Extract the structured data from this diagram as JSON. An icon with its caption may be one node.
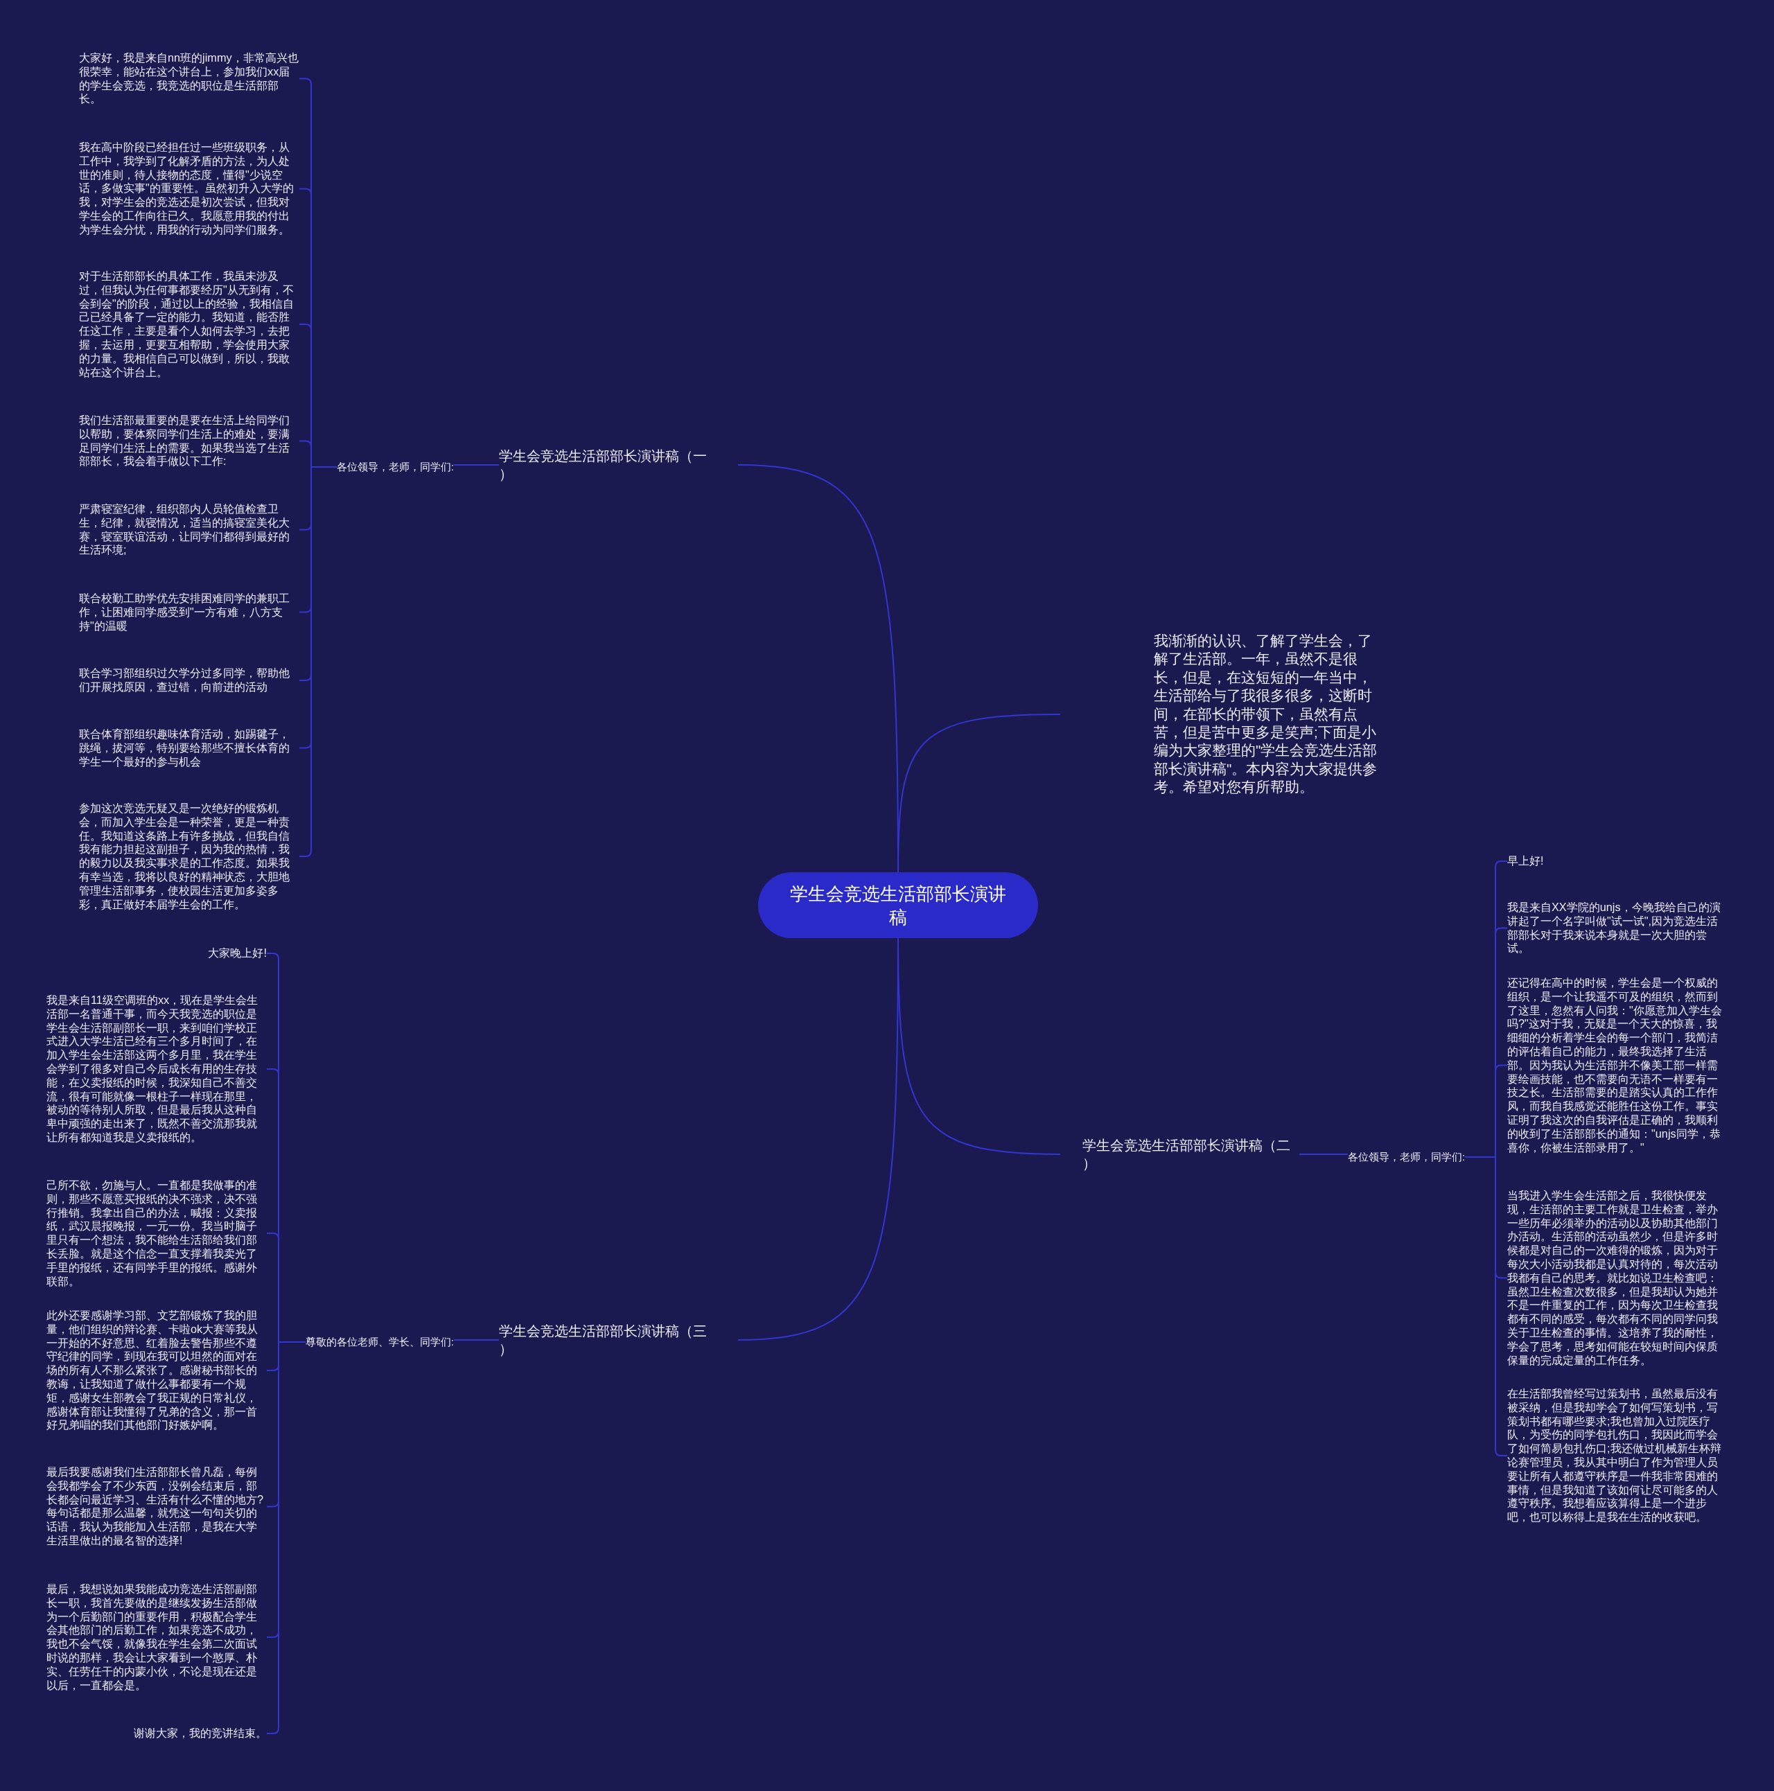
{
  "diagram": {
    "nodes": [
      {
        "text": [
          "学生会竞选生活部部长演讲稿"
        ]
      },
      {
        "text": [
          "学生会竞选生活部部长演讲稿（一）"
        ]
      },
      {
        "text": [
          "各位领导，老师，同学们:"
        ]
      },
      {
        "text": [
          "大家好，我是来自nn班的jimmy，非常高兴也很荣幸，能站在这个讲台上，参加我们xx届的学生会竞选，我竞选的职位是生活部部长。"
        ]
      },
      {
        "text": [
          "我在高中阶段已经担任过一些班级职务，从工作中，我学到了化解矛盾的方法，为人处世的准则，待人接物的态度，懂得\"少说空话，多做实事\"的重要性。虽然初升入大学的我，对学生会的竞选还是初次尝试，但我对学生会的工作向往已久。我愿意用我的付出为学生会分忧，用我的行动为同学们服务。"
        ]
      },
      {
        "text": [
          "对于生活部部长的具体工作，我虽未涉及过，但我认为任何事都要经历\"从无到有，不会到会\"的阶段，通过以上的经验，我相信自己已经具备了一定的能力。我知道，能否胜任这工作，主要是看个人如何去学习，去把握，去运用，更要互相帮助，学会使用大家的力量。我相信自己可以做到，所以，我敢站在这个讲台上。"
        ]
      },
      {
        "text": [
          "我们生活部最重要的是要在生活上给同学们以帮助，要体察同学们生活上的难处，要满足同学们生活上的需要。如果我当选了生活部部长，我会着手做以下工作:"
        ]
      },
      {
        "text": [
          "严肃寝室纪律，组织部内人员轮值检查卫生，纪律，就寝情况，适当的搞寝室美化大赛，寝室联谊活动，让同学们都得到最好的生活环境;"
        ]
      },
      {
        "text": [
          "联合校勤工助学优先安排困难同学的兼职工作，让困难同学感受到\"一方有难，八方支持\"的温暖"
        ]
      },
      {
        "text": [
          "联合学习部组织过欠学分过多同学，帮助他们开展找原因，查过错，向前进的活动"
        ]
      },
      {
        "text": [
          "联合体育部组织趣味体育活动，如踢毽子，跳绳，拔河等，特别要给那些不擅长体育的学生一个最好的参与机会"
        ]
      },
      {
        "text": [
          "参加这次竞选无疑又是一次绝好的锻炼机会，而加入学生会是一种荣誉，更是一种责任。我知道这条路上有许多挑战，但我自信我有能力担起这副担子，因为我的热情，我的毅力以及我实事求是的工作态度。如果我有幸当选，我将以良好的精神状态，大胆地管理生活部事务，使校园生活更加多姿多彩，真正做好本届学生会的工作。"
        ]
      },
      {
        "text": [
          "我渐渐的认识、了解了学生会，了解了生活部。一年，虽然不是很长，但是，在这短短的一年当中，生活部给与了我很多很多，这断时间，在部长的带领下，虽然有点苦，但是苦中更多是笑声;下面是小编为大家整理的\"学生会竞选生活部部长演讲稿\"。本内容为大家提供参考。希望对您有所帮助。"
        ]
      },
      {
        "text": [
          "学生会竞选生活部部长演讲稿（二）"
        ]
      },
      {
        "text": [
          "各位领导，老师，同学们:"
        ]
      },
      {
        "text": [
          "早上好!"
        ]
      },
      {
        "text": [
          "我是来自XX学院的unjs，今晚我给自己的演讲起了一个名字叫做\"试一试\",因为竞选生活部部长对于我来说本身就是一次大胆的尝试。"
        ]
      },
      {
        "text": [
          "还记得在高中的时候，学生会是一个权威的组织，是一个让我遥不可及的组织，然而到了这里，忽然有人问我：\"你愿意加入学生会吗?\"这对于我，无疑是一个天大的惊喜，我细细的分析着学生会的每一个部门，我简洁的评估着自己的能力，最终我选择了生活部。因为我认为生活部并不像美工部一样需要绘画技能，也不需要向无语不一样要有一技之长。生活部需要的是踏实认真的工作作风，而我自我感觉还能胜任这份工作。事实证明了我这次的自我评估是正确的，我顺利的收到了生活部部长的通知：\"unjs同学，恭喜你，你被生活部录用了。\""
        ]
      },
      {
        "text": [
          "当我进入学生会生活部之后，我很快便发现，生活部的主要工作就是卫生检查，举办一些历年必须举办的活动以及协助其他部门办活动。生活部的活动虽然少，但是许多时候都是对自己的一次难得的锻炼，因为对于每次大小活动我都是认真对待的，每次活动我都有自己的思考。就比如说卫生检查吧：虽然卫生检查次数很多，但是我却认为她并不是一件重复的工作，因为每次卫生检查我都有不同的感受，每次都有不同的同学问我关于卫生检查的事情。这培养了我的耐性，学会了思考，思考如何能在较短时间内保质保量的完成定量的工作任务。"
        ]
      },
      {
        "text": [
          "在生活部我曾经写过策划书，虽然最后没有被采纳，但是我却学会了如何写策划书，写策划书都有哪些要求;我也曾加入过院医疗队，为受伤的同学包扎伤口，我因此而学会了如何简易包扎伤口;我还做过机械新生杯辩论赛管理员，我从其中明白了作为管理人员要让所有人都遵守秩序是一件我非常困难的事情，但是我知道了该如何让尽可能多的人遵守秩序。我想着应该算得上是一个进步吧，也可以称得上是我在生活的收获吧。"
        ]
      },
      {
        "text": [
          "学生会竞选生活部部长演讲稿（三）"
        ]
      },
      {
        "text": [
          "尊敬的各位老师、学长、同学们:"
        ]
      },
      {
        "text": [
          "大家晚上好!"
        ]
      },
      {
        "text": [
          "我是来自11级空调班的xx，现在是学生会生活部一名普通干事，而今天我竞选的职位是学生会生活部副部长一职，来到咱们学校正式进入大学生活已经有三个多月时间了，在加入学生会生活部这两个多月里，我在学生会学到了很多对自己今后成长有用的生存技能，在义卖报纸的时候，我深知自己不善交流，很有可能就像一根柱子一样现在那里，被动的等待别人所取，但是最后我从这种自卑中顽强的走出来了，既然不善交流那我就让所有都知道我是义卖报纸的。"
        ]
      },
      {
        "text": [
          "己所不欲，勿施与人。一直都是我做事的准则，那些不愿意买报纸的决不强求，决不强行推销。我拿出自己的办法，喊报：义卖报纸，武汉晨报晚报，一元一份。我当时脑子里只有一个想法，我不能给生活部给我们部长丢脸。就是这个信念一直支撑着我卖光了手里的报纸，还有同学手里的报纸。感谢外联部。"
        ]
      },
      {
        "text": [
          "此外还要感谢学习部、文艺部锻炼了我的胆量，他们组织的辩论赛、卡啦ok大赛等我从一开始的不好意思、红着脸去警告那些不遵守纪律的同学，到现在我可以坦然的面对在场的所有人不那么紧张了。感谢秘书部长的教诲，让我知道了做什么事都要有一个规矩，感谢女生部教会了我正规的日常礼仪，感谢体育部让我懂得了兄弟的含义，那一首好兄弟唱的我们其他部门好嫉妒啊。"
        ]
      },
      {
        "text": [
          "最后我要感谢我们生活部部长曾凡磊，每例会我都学会了不少东西，没例会结束后，部长都会问最近学习、生活有什么不懂的地方?每句话都是那么温馨，就凭这一句句关切的话语，我认为我能加入生活部，是我在大学生活里做出的最名智的选择!"
        ]
      },
      {
        "text": [
          "最后，我想说如果我能成功竞选生活部副部长一职，我首先要做的是继续发扬生活部做为一个后勤部门的重要作用，积极配合学生会其他部门的后勤工作，如果竞选不成功，我也不会气馁，就像我在学生会第二次面试时说的那样，我会让大家看到一个憨厚、朴实、任劳任干的内蒙小伙，不论是现在还是以后，一直都会是。"
        ]
      },
      {
        "text": [
          "谢谢大家，我的竞讲结束。"
        ]
      }
    ],
    "edges": [
      {
        "from": 0,
        "to": 1,
        "arrow": "none"
      },
      {
        "from": 1,
        "to": 2,
        "arrow": "none"
      },
      {
        "from": 2,
        "to": 3,
        "arrow": "none"
      },
      {
        "from": 2,
        "to": 4,
        "arrow": "none"
      },
      {
        "from": 2,
        "to": 5,
        "arrow": "none"
      },
      {
        "from": 2,
        "to": 6,
        "arrow": "none"
      },
      {
        "from": 2,
        "to": 7,
        "arrow": "none"
      },
      {
        "from": 2,
        "to": 8,
        "arrow": "none"
      },
      {
        "from": 2,
        "to": 9,
        "arrow": "none"
      },
      {
        "from": 2,
        "to": 10,
        "arrow": "none"
      },
      {
        "from": 2,
        "to": 11,
        "arrow": "none"
      },
      {
        "from": 0,
        "to": 12,
        "arrow": "none"
      },
      {
        "from": 0,
        "to": 13,
        "arrow": "none"
      },
      {
        "from": 13,
        "to": 14,
        "arrow": "none"
      },
      {
        "from": 14,
        "to": 15,
        "arrow": "none"
      },
      {
        "from": 14,
        "to": 16,
        "arrow": "none"
      },
      {
        "from": 14,
        "to": 17,
        "arrow": "none"
      },
      {
        "from": 14,
        "to": 18,
        "arrow": "none"
      },
      {
        "from": 14,
        "to": 19,
        "arrow": "none"
      },
      {
        "from": 0,
        "to": 20,
        "arrow": "none"
      },
      {
        "from": 20,
        "to": 21,
        "arrow": "none"
      },
      {
        "from": 21,
        "to": 22,
        "arrow": "none"
      },
      {
        "from": 21,
        "to": 23,
        "arrow": "none"
      },
      {
        "from": 21,
        "to": 24,
        "arrow": "none"
      },
      {
        "from": 21,
        "to": 25,
        "arrow": "none"
      },
      {
        "from": 21,
        "to": 26,
        "arrow": "none"
      },
      {
        "from": 21,
        "to": 27,
        "arrow": "none"
      },
      {
        "from": 21,
        "to": 28,
        "arrow": "none"
      }
    ]
  }
}
